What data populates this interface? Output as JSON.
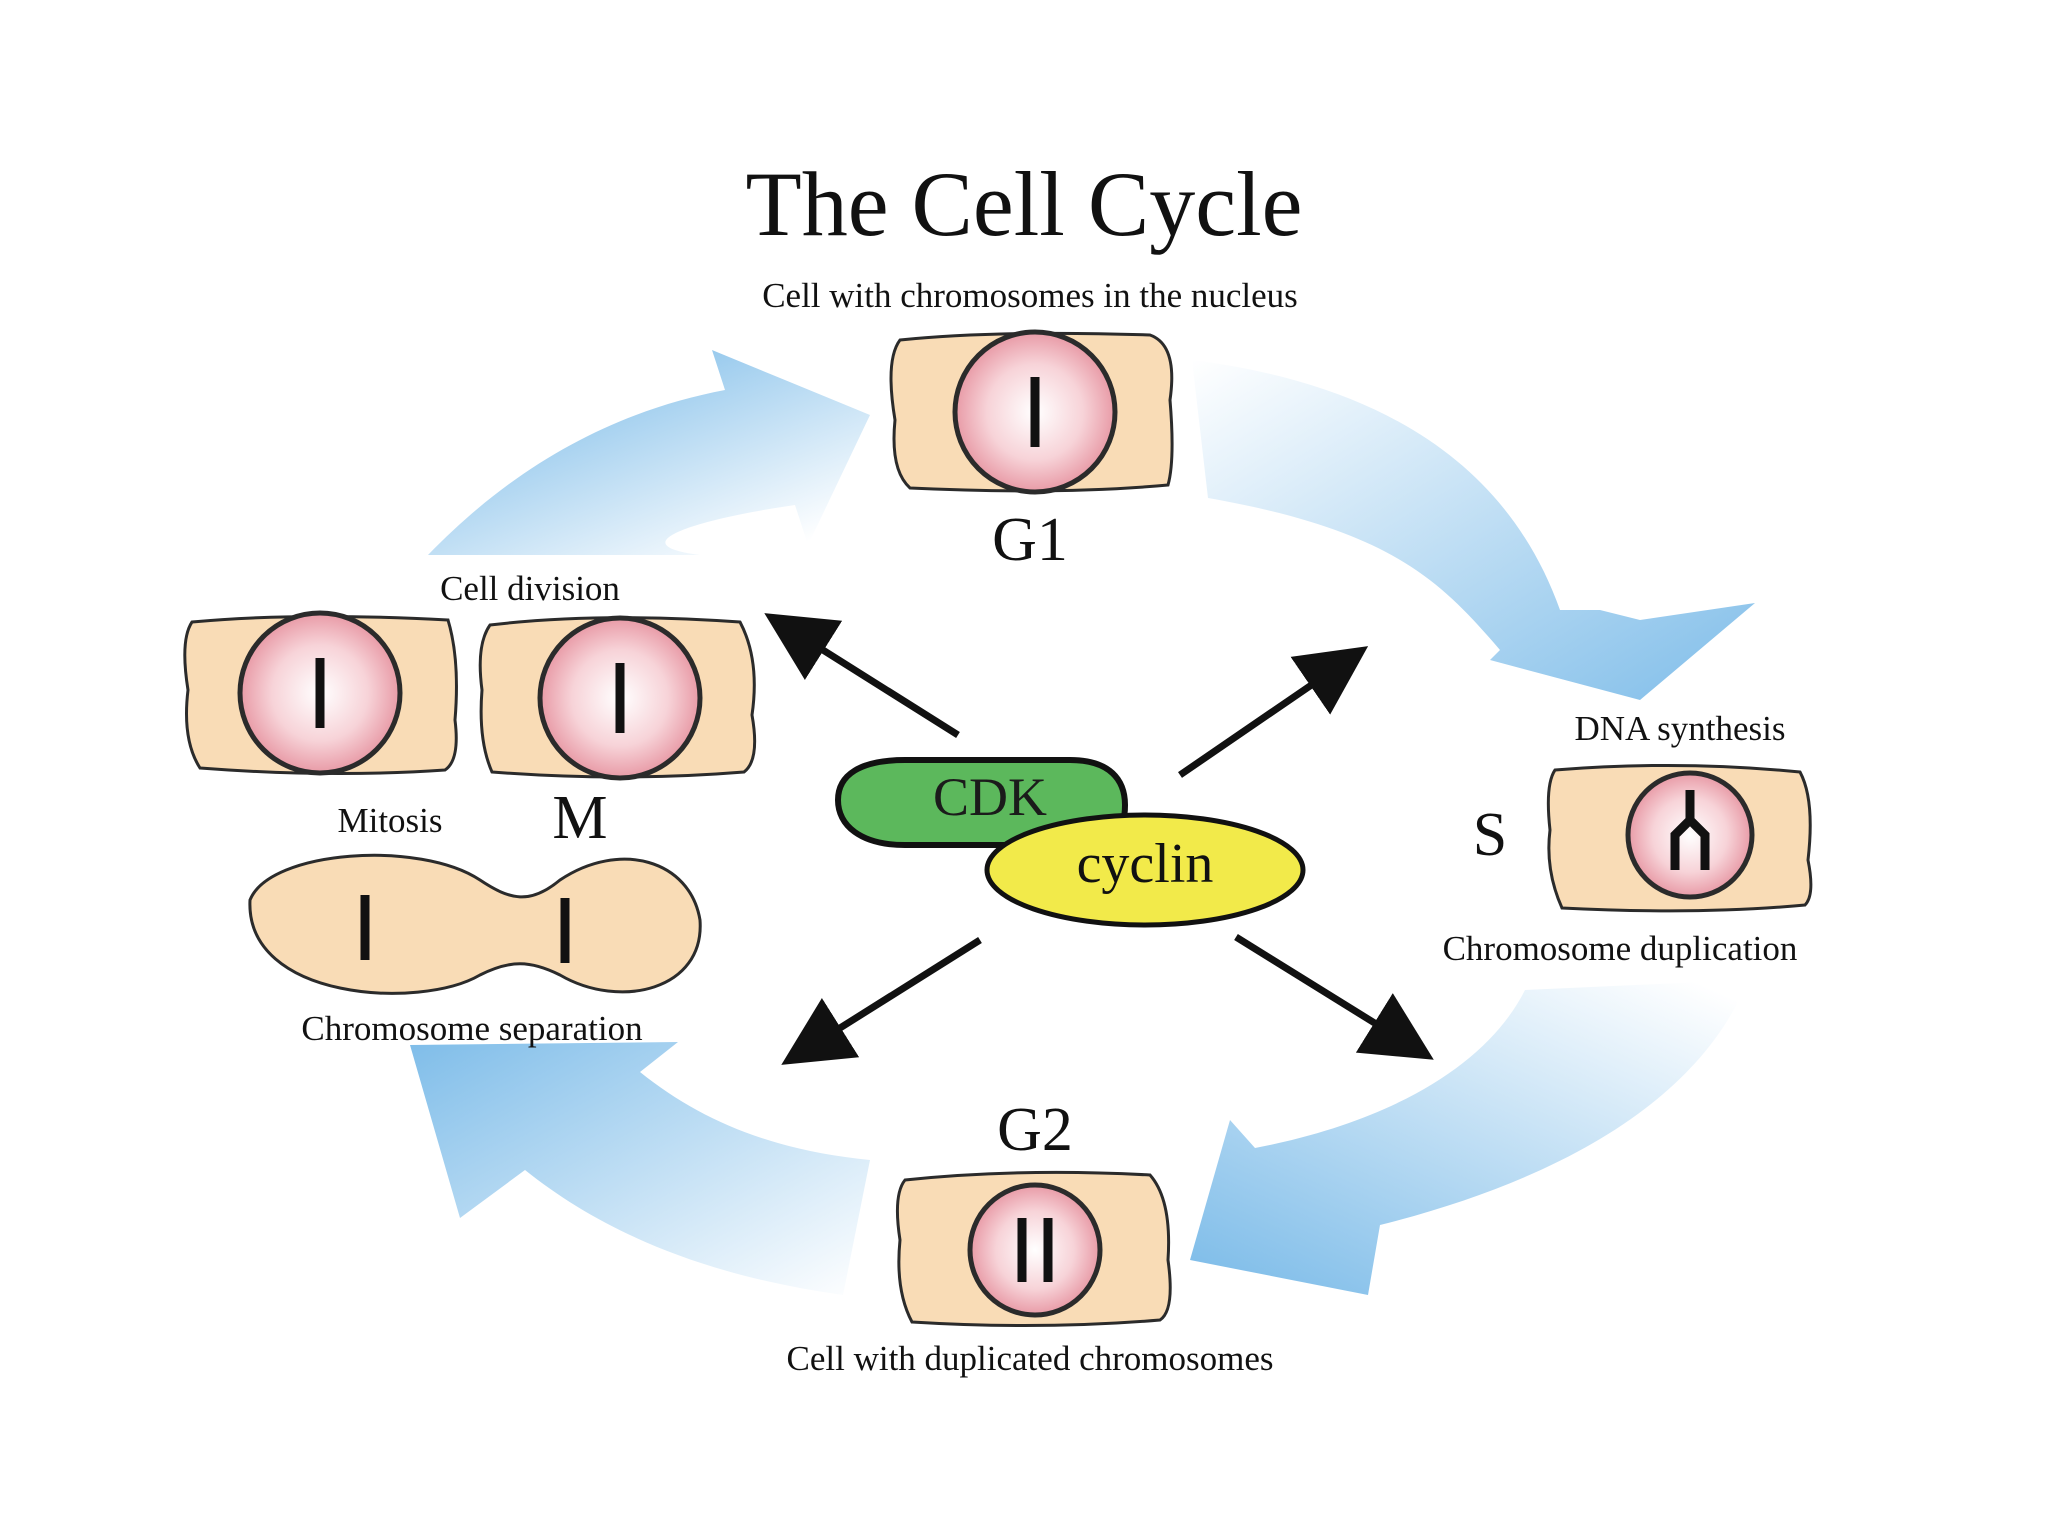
{
  "title": "The Cell Cycle",
  "phases": {
    "g1": {
      "label": "G1",
      "caption": "Cell with chromosomes in the nucleus"
    },
    "s": {
      "label": "S",
      "caption_top": "DNA synthesis",
      "caption_bottom": "Chromosome duplication"
    },
    "g2": {
      "label": "G2",
      "caption": "Cell with duplicated chromosomes"
    },
    "m": {
      "label": "M",
      "caption_top": "Cell division",
      "caption_mid": "Mitosis",
      "caption_bottom": "Chromosome separation"
    }
  },
  "complex": {
    "cdk": "CDK",
    "cyclin": "cyclin"
  },
  "colors": {
    "cell": "#f9dcb6",
    "nucleus_center": "#ffffff",
    "nucleus_edge": "#e89aa6",
    "cdk": "#5cb85c",
    "cyclin": "#f2ea4a",
    "cycle_arrow": "#8cc2ea"
  }
}
